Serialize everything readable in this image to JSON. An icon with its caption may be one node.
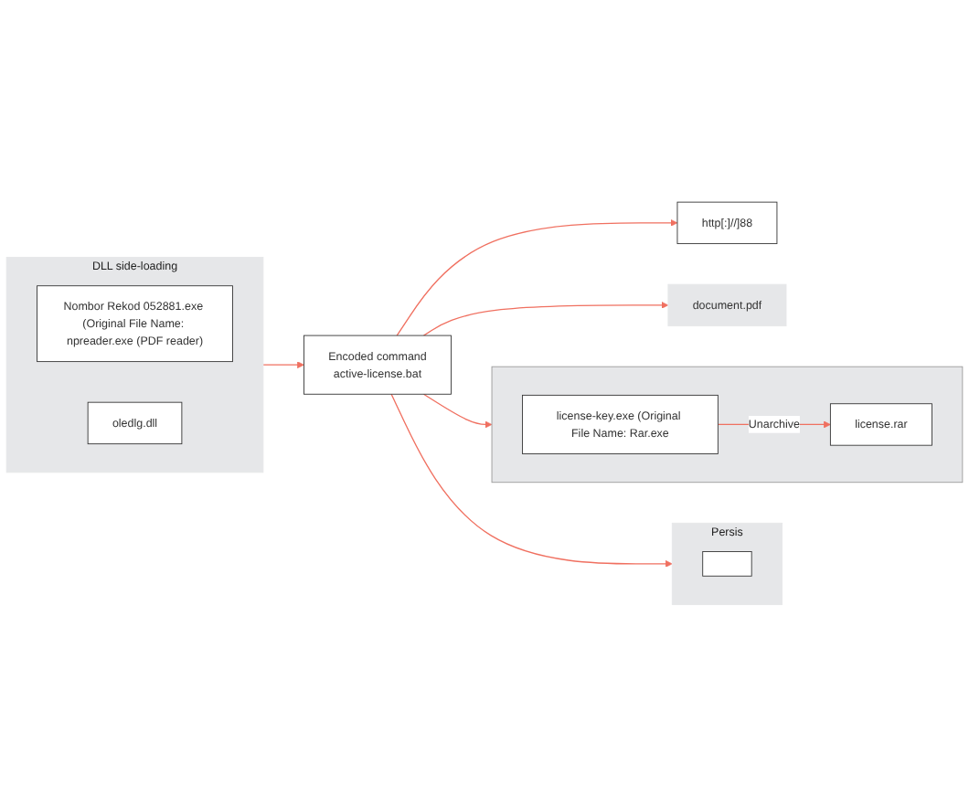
{
  "diagram": {
    "nodes": [
      {
        "text": [
          "DLL side-loading"
        ]
      },
      {
        "text": [
          "Nombor Rekod 052881.exe (Original File Name: npreader.exe (PDF reader)"
        ],
        "in": 0
      },
      {
        "text": [
          "oledlg.dll"
        ],
        "in": 0
      },
      {
        "text": [
          "Encoded command",
          "active-license.bat"
        ]
      },
      {
        "text": [
          "http[:]//]88"
        ]
      },
      {
        "text": [],
        "shape": "box"
      },
      {
        "text": [
          "license-key.exe (Original File Name: Rar.exe"
        ],
        "in": 5
      },
      {
        "text": [
          "license.rar"
        ],
        "in": 5
      },
      {
        "text": [
          "document.pdf"
        ]
      },
      {
        "text": [
          "Persis"
        ]
      },
      {
        "text": [],
        "shape": "box",
        "in": 9
      }
    ],
    "edges": [
      {
        "from": 0,
        "to": 3,
        "arrow": "to"
      },
      {
        "from": 3,
        "to": 4,
        "arrow": "to"
      },
      {
        "from": 3,
        "to": 5,
        "arrow": "to"
      },
      {
        "from": 3,
        "to": 8,
        "arrow": "to"
      },
      {
        "from": 3,
        "to": 9,
        "arrow": "to"
      },
      {
        "from": 6,
        "to": 7,
        "label": "Unarchive",
        "arrow": "to"
      }
    ]
  }
}
